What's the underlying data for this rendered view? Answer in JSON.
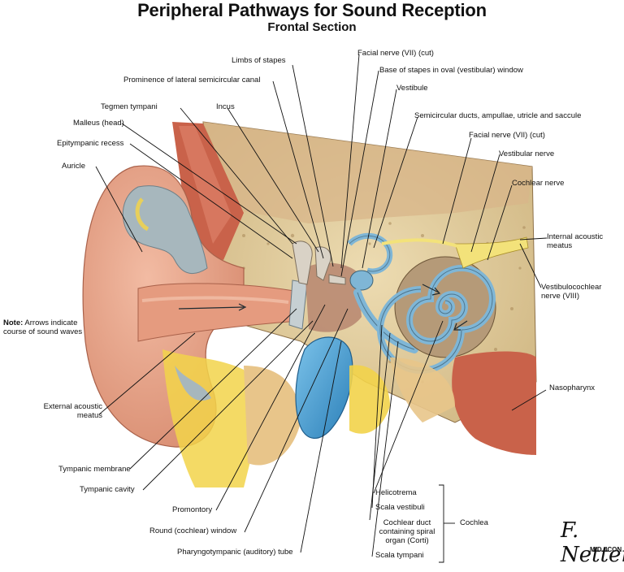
{
  "title": "Peripheral Pathways for Sound Reception",
  "subtitle": "Frontal Section",
  "note": {
    "bold": "Note:",
    "text": "Arrows indicate course of sound waves"
  },
  "labels": {
    "limbs_of_stapes": "Limbs of stapes",
    "prominence_lateral_canal": "Prominence of lateral semicircular canal",
    "tegmen_tympani": "Tegmen tympani",
    "incus": "Incus",
    "malleus_head": "Malleus (head)",
    "epitympanic_recess": "Epitympanic recess",
    "auricle": "Auricle",
    "facial_nerve_top": "Facial nerve (VII) (cut)",
    "base_of_stapes": "Base of stapes in oval (vestibular) window",
    "vestibule": "Vestibule",
    "semicircular_ducts": "Semicircular ducts, ampullae, utricle and saccule",
    "facial_nerve_right": "Facial nerve (VII) (cut)",
    "vestibular_nerve": "Vestibular nerve",
    "cochlear_nerve": "Cochlear nerve",
    "internal_acoustic_meatus": "Internal acoustic meatus",
    "vestibulocochlear_nerve": "Vestibulocochlear nerve (VIII)",
    "nasopharynx": "Nasopharynx",
    "external_acoustic_meatus": "External acoustic meatus",
    "tympanic_membrane": "Tympanic membrane",
    "tympanic_cavity": "Tympanic cavity",
    "promontory": "Promontory",
    "round_window": "Round (cochlear) window",
    "pharyngotympanic_tube": "Pharyngotympanic (auditory) tube",
    "helicotrema": "Helicotrema",
    "scala_vestibuli": "Scala vestibuli",
    "cochlear_duct": "Cochlear duct containing spiral organ (Corti)",
    "scala_tympani": "Scala tympani",
    "cochlea": "Cochlea"
  },
  "signature": {
    "name": "F. Netter",
    "suffix": "M.D.",
    "mark": "ICON"
  },
  "colors": {
    "skin": "#e8a98f",
    "bone": "#e6d3a6",
    "cochlea_blue": "#7fb6d6",
    "tube_blue": "#3f9bd4",
    "nerve_yellow": "#f3e27a",
    "muscle": "#c9624a",
    "fat_yellow": "#f2d34a",
    "cartilage_gray": "#a7b7bd"
  }
}
